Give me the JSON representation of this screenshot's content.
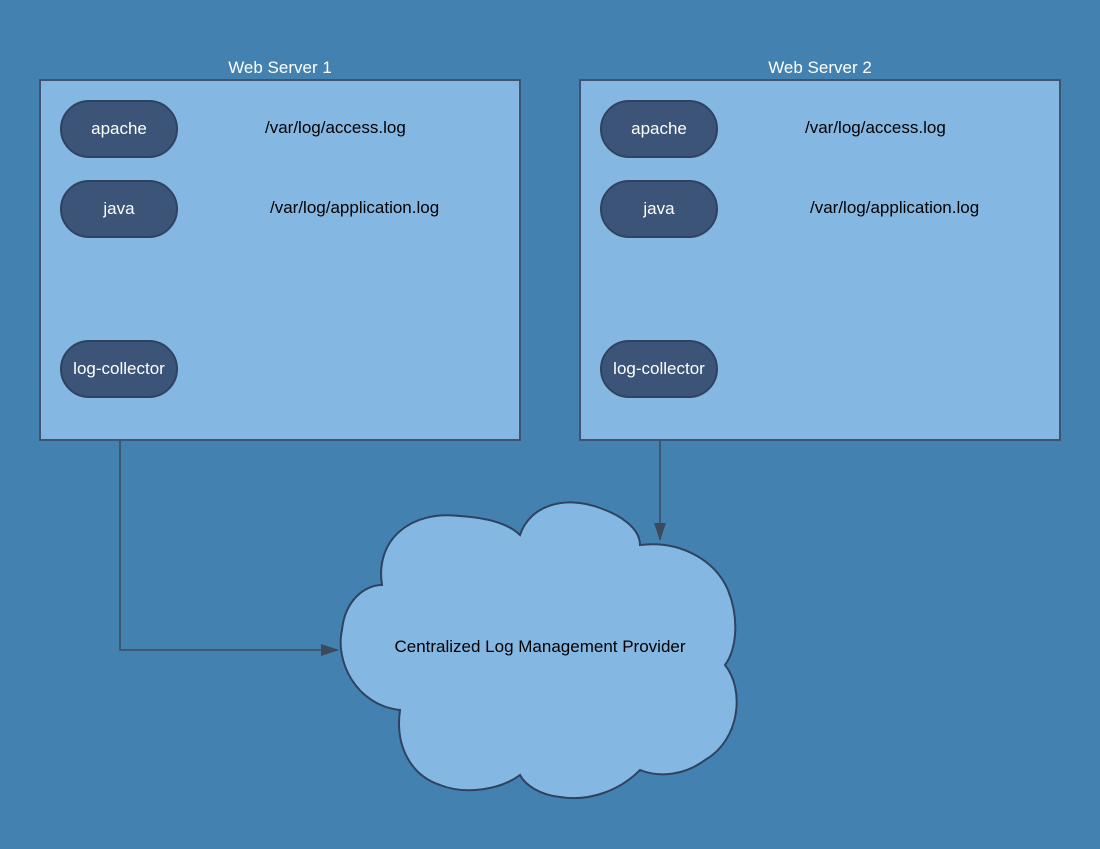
{
  "colors": {
    "background": "#4382b0",
    "box_fill": "#84b8e3",
    "box_border": "#3f5472",
    "pill_fill": "#3c5478",
    "edge": "#3c4a5c"
  },
  "servers": [
    {
      "title": "Web Server 1",
      "apache": "apache",
      "java": "java",
      "access_log": "/var/log/access.log",
      "application_log": "/var/log/application.log",
      "collector": "log-collector"
    },
    {
      "title": "Web Server 2",
      "apache": "apache",
      "java": "java",
      "access_log": "/var/log/access.log",
      "application_log": "/var/log/application.log",
      "collector": "log-collector"
    }
  ],
  "cloud": {
    "label": "Centralized Log Management Provider"
  }
}
